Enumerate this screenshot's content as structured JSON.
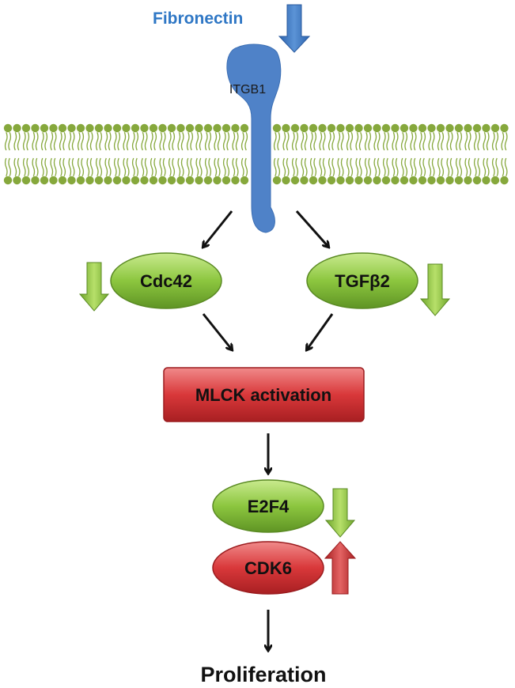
{
  "ligand": {
    "label": "Fibronectin",
    "change": "down",
    "color": "#2f77c5"
  },
  "receptor": {
    "label": "ITGB1",
    "color": "#4f82c8"
  },
  "membrane": {
    "color": "#86a83c"
  },
  "nodes": [
    {
      "id": "cdc42",
      "label": "Cdc42",
      "shape": "ellipse",
      "color": "#8cc63f",
      "change": "down"
    },
    {
      "id": "tgfb2",
      "label": "TGFβ2",
      "shape": "ellipse",
      "color": "#8cc63f",
      "change": "down"
    },
    {
      "id": "mlck",
      "label": "MLCK activation",
      "shape": "rect",
      "color": "#d9383a",
      "change": ""
    },
    {
      "id": "e2f4",
      "label": "E2F4",
      "shape": "ellipse",
      "color": "#8cc63f",
      "change": "down"
    },
    {
      "id": "cdk6",
      "label": "CDK6",
      "shape": "ellipse",
      "color": "#d9383a",
      "change": "up"
    }
  ],
  "outcome": {
    "label": "Proliferation"
  },
  "edges": [
    {
      "from": "ITGB1",
      "to": "Cdc42"
    },
    {
      "from": "ITGB1",
      "to": "TGFβ2"
    },
    {
      "from": "Cdc42",
      "to": "MLCK activation"
    },
    {
      "from": "TGFβ2",
      "to": "MLCK activation"
    },
    {
      "from": "MLCK activation",
      "to": "E2F4"
    },
    {
      "from": "CDK6",
      "to": "Proliferation"
    }
  ],
  "colors": {
    "down_arrow": "#8cc63f",
    "up_arrow": "#d9383a",
    "ligand_arrow": "#3b78c8",
    "edge": "#111111"
  }
}
